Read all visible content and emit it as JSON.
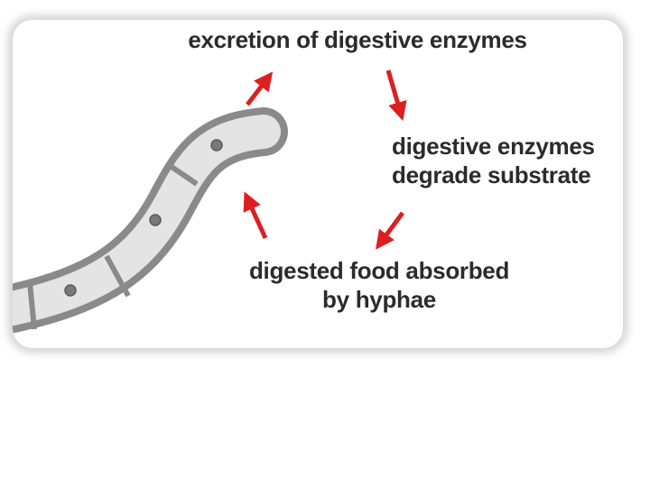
{
  "diagram": {
    "steps": [
      {
        "id": "excretion",
        "lines": [
          "excretion of digestive enzymes"
        ]
      },
      {
        "id": "degrade",
        "lines": [
          "digestive enzymes",
          "degrade substrate"
        ]
      },
      {
        "id": "absorb",
        "lines": [
          "digested food absorbed",
          "by hyphae"
        ]
      }
    ],
    "colors": {
      "arrow": "#dd1f1f",
      "hypha_wall": "#8a8a8a",
      "hypha_fill": "#e4e4e4",
      "nucleus": "#7a7a7a",
      "text": "#2b2b2b",
      "card_shadow": "#c8c8c8"
    }
  }
}
